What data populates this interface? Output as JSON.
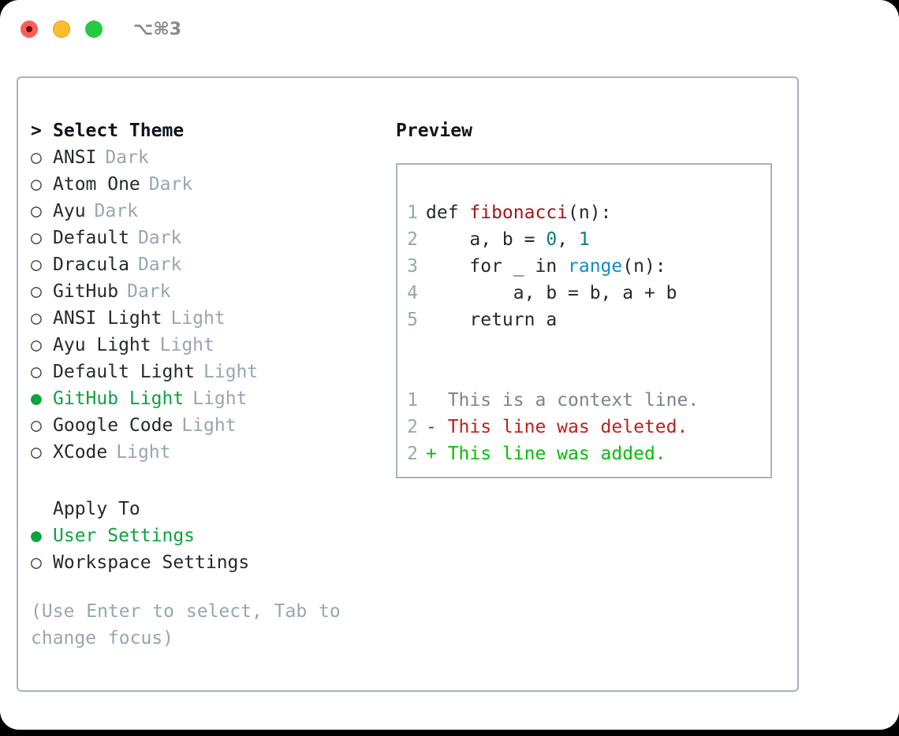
{
  "window": {
    "shortcut_label": "⌥⌘3",
    "traffic_lights": [
      {
        "name": "close",
        "color": "#fa5f57"
      },
      {
        "name": "minimize",
        "color": "#febc2e"
      },
      {
        "name": "maximize",
        "color": "#28c840"
      }
    ]
  },
  "colors": {
    "panel_border": "#aab2c0",
    "selected_green": "#0ca33c",
    "muted": "#9aa5b1",
    "text": "#26292e",
    "diff_added": "#07be07",
    "diff_deleted": "#c0201a",
    "diff_context": "#7d848c",
    "syntax_function": "#a3161a",
    "syntax_number": "#0d7c7c",
    "syntax_call": "#1389cc"
  },
  "theme_list": {
    "header": {
      "marker": ">",
      "label": "Select Theme"
    },
    "items": [
      {
        "marker": "○",
        "label": "ANSI",
        "suffix": "Dark",
        "selected": false
      },
      {
        "marker": "○",
        "label": "Atom One",
        "suffix": "Dark",
        "selected": false
      },
      {
        "marker": "○",
        "label": "Ayu",
        "suffix": "Dark",
        "selected": false
      },
      {
        "marker": "○",
        "label": "Default",
        "suffix": "Dark",
        "selected": false
      },
      {
        "marker": "○",
        "label": "Dracula",
        "suffix": "Dark",
        "selected": false
      },
      {
        "marker": "○",
        "label": "GitHub",
        "suffix": "Dark",
        "selected": false
      },
      {
        "marker": "○",
        "label": "ANSI Light",
        "suffix": "Light",
        "selected": false
      },
      {
        "marker": "○",
        "label": "Ayu Light",
        "suffix": "Light",
        "selected": false
      },
      {
        "marker": "○",
        "label": "Default Light",
        "suffix": "Light",
        "selected": false
      },
      {
        "marker": "●",
        "label": "GitHub Light",
        "suffix": "Light",
        "selected": true
      },
      {
        "marker": "○",
        "label": "Google Code",
        "suffix": "Light",
        "selected": false
      },
      {
        "marker": "○",
        "label": "XCode",
        "suffix": "Light",
        "selected": false
      }
    ]
  },
  "apply_to": {
    "header": {
      "marker": " ",
      "label": "Apply To"
    },
    "options": [
      {
        "marker": "●",
        "label": "User Settings",
        "selected": true
      },
      {
        "marker": "○",
        "label": "Workspace Settings",
        "selected": false
      }
    ]
  },
  "hint": "(Use Enter to select, Tab to change focus)",
  "preview": {
    "title": "Preview",
    "code_lines": [
      {
        "lineno": "1",
        "tokens": [
          {
            "text": "def ",
            "kind": "kw"
          },
          {
            "text": "fibonacci",
            "kind": "fn"
          },
          {
            "text": "(n):",
            "kind": "plain"
          }
        ]
      },
      {
        "lineno": "2",
        "tokens": [
          {
            "text": "    a, b = ",
            "kind": "plain"
          },
          {
            "text": "0",
            "kind": "num"
          },
          {
            "text": ", ",
            "kind": "plain"
          },
          {
            "text": "1",
            "kind": "num"
          }
        ]
      },
      {
        "lineno": "3",
        "tokens": [
          {
            "text": "    for _ in ",
            "kind": "kw"
          },
          {
            "text": "range",
            "kind": "call"
          },
          {
            "text": "(n):",
            "kind": "plain"
          }
        ]
      },
      {
        "lineno": "4",
        "tokens": [
          {
            "text": "        a, b = b, a + b",
            "kind": "plain"
          }
        ]
      },
      {
        "lineno": "5",
        "tokens": [
          {
            "text": "    return a",
            "kind": "kw"
          }
        ]
      }
    ],
    "diff_lines": [
      {
        "lineno": "1",
        "text": "  This is a context line.",
        "kind": "ctx"
      },
      {
        "lineno": "2",
        "text": "- This line was deleted.",
        "kind": "del"
      },
      {
        "lineno": "2",
        "text": "+ This line was added.",
        "kind": "add"
      }
    ]
  }
}
